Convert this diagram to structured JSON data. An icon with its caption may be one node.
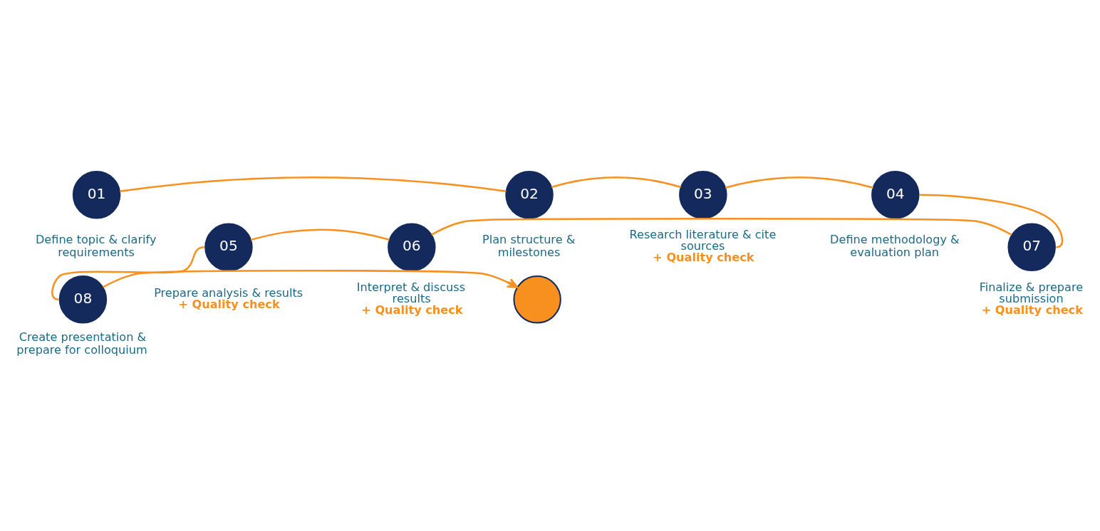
{
  "diagram": {
    "nodes": [
      {
        "text": [
          "01"
        ],
        "beside": [
          "Define topic & clarify requirements"
        ]
      },
      {
        "text": [
          "02"
        ],
        "beside": [
          "Plan structure & milestones"
        ]
      },
      {
        "text": [
          "03"
        ],
        "beside": [
          "Research literature & cite sources",
          "+ Quality check"
        ]
      },
      {
        "text": [
          "04"
        ],
        "beside": [
          "Define methodology & evaluation plan"
        ]
      },
      {
        "text": [
          "05"
        ],
        "beside": [
          "Prepare analysis & results",
          "+ Quality check"
        ]
      },
      {
        "text": [
          "06"
        ],
        "beside": [
          "Interpret & discuss results",
          "+ Quality check"
        ]
      },
      {
        "text": [
          "07"
        ],
        "beside": [
          "Finalize & prepare submission",
          "+ Quality check"
        ]
      },
      {
        "text": [
          "08"
        ],
        "beside": [
          "Create presentation & prepare for colloquium"
        ]
      },
      {
        "text": [],
        "shape": "circle"
      }
    ],
    "edges": [
      {
        "from": 0,
        "to": 1,
        "arrow": "none"
      },
      {
        "from": 1,
        "to": 2,
        "arrow": "none"
      },
      {
        "from": 2,
        "to": 3,
        "arrow": "none"
      },
      {
        "from": 3,
        "to": 6,
        "arrow": "none"
      },
      {
        "from": 6,
        "to": 5,
        "arrow": "none"
      },
      {
        "from": 5,
        "to": 4,
        "arrow": "none"
      },
      {
        "from": 4,
        "to": 7,
        "arrow": "none"
      },
      {
        "from": 7,
        "to": 8,
        "arrow": "to"
      }
    ]
  }
}
